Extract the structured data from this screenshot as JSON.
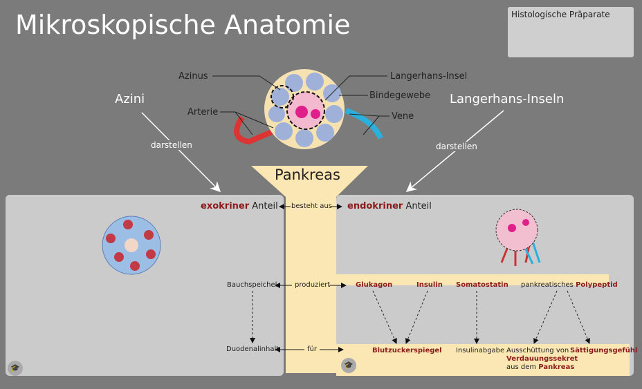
{
  "title": "Mikroskopische Anatomie",
  "side_box": "Histologische Präparate",
  "top_labels": {
    "azinus": "Azinus",
    "arterie": "Arterie",
    "langerhans": "Langerhans-Insel",
    "bindegewebe": "Bindegewebe",
    "vene": "Vene"
  },
  "left_heading": "Azini",
  "right_heading": "Langerhans-Inseln",
  "darstellen": "darstellen",
  "center": {
    "title": "Pankreas",
    "besteht": "besteht aus",
    "produziert": "produziert",
    "fuer": "für"
  },
  "left": {
    "term": "exokriner",
    "suffix": "Anteil",
    "product": "Bauchspeichel",
    "target": "Duodenalinhalt"
  },
  "right": {
    "term": "endokriner",
    "suffix": "Anteil",
    "hormones": {
      "glukagon": "Glukagon",
      "insulin": "Insulin",
      "somatostatin": "Somatostatin",
      "pp_prefix": "pankreatisches",
      "pp": "Polypeptid"
    },
    "effects": {
      "blutzucker": "Blutzuckerspiegel",
      "insulinabgabe": "Insulinabgabe",
      "aus1": "Ausschüttung von",
      "aus2": "Verdauungssekret",
      "aus3": "aus dem",
      "aus4": "Pankreas",
      "saett": "Sättigungsgefühl"
    }
  },
  "colors": {
    "term": "#8b1a1a",
    "band": "#fbe7b3",
    "panel": "#cbcbcb",
    "bg": "#7b7b7b"
  }
}
